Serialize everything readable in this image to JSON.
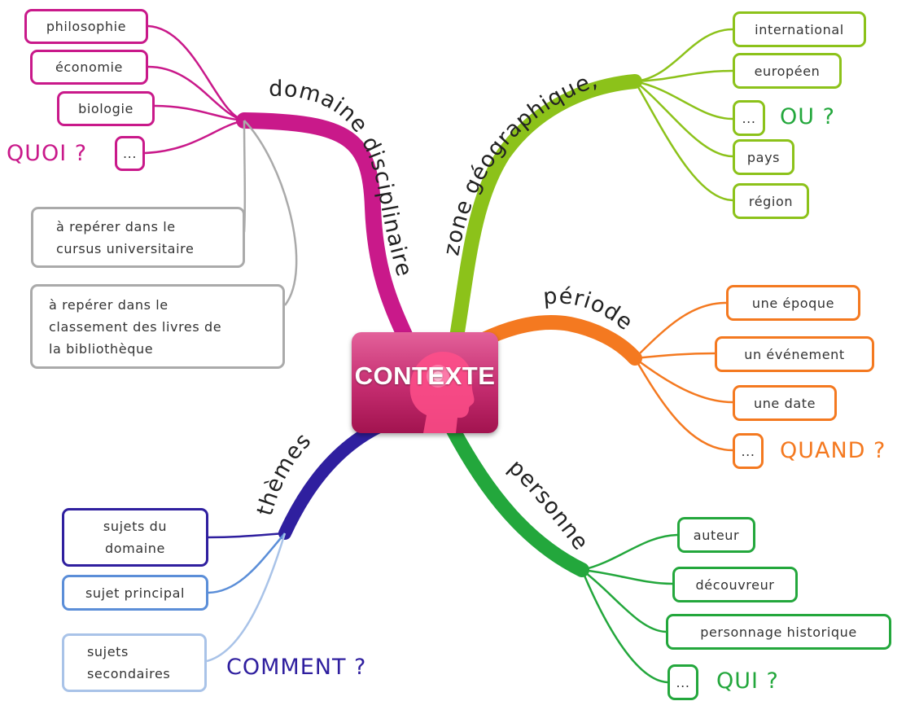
{
  "central": {
    "label": "CONTEXTE"
  },
  "branches": {
    "domaine": {
      "label": "domaine disciplinaire",
      "color": "#c9198a"
    },
    "zone": {
      "label": "zone géographique,",
      "color": "#8cc21a"
    },
    "periode": {
      "label": "période",
      "color": "#f47920"
    },
    "personne": {
      "label": "personne",
      "color": "#23a73c"
    },
    "themes": {
      "label": "thèmes",
      "color": "#2f1f9f"
    }
  },
  "nodes": {
    "philosophie": "philosophie",
    "economie": "économie",
    "biologie": "biologie",
    "quoi_more": "...",
    "cursus": "à repérer dans le\ncursus universitaire",
    "classement": "à repérer dans le\nclassement des livres de\nla bibliothèque",
    "international": "international",
    "europeen": "européen",
    "ou_more": "...",
    "pays": "pays",
    "region": "région",
    "epoque": "une époque",
    "evenement": "un événement",
    "date": "une date",
    "quand_more": "...",
    "auteur": "auteur",
    "decouvreur": "découvreur",
    "personnage": "personnage historique",
    "qui_more": "...",
    "sujets_domaine": "sujets du\ndomaine",
    "sujet_principal": "sujet principal",
    "sujets_secondaires": "sujets\nsecondaires"
  },
  "questions": {
    "quoi": "QUOI ?",
    "ou": "OU ?",
    "quand": "QUAND ?",
    "qui": "QUI ?",
    "comment": "COMMENT ?"
  }
}
